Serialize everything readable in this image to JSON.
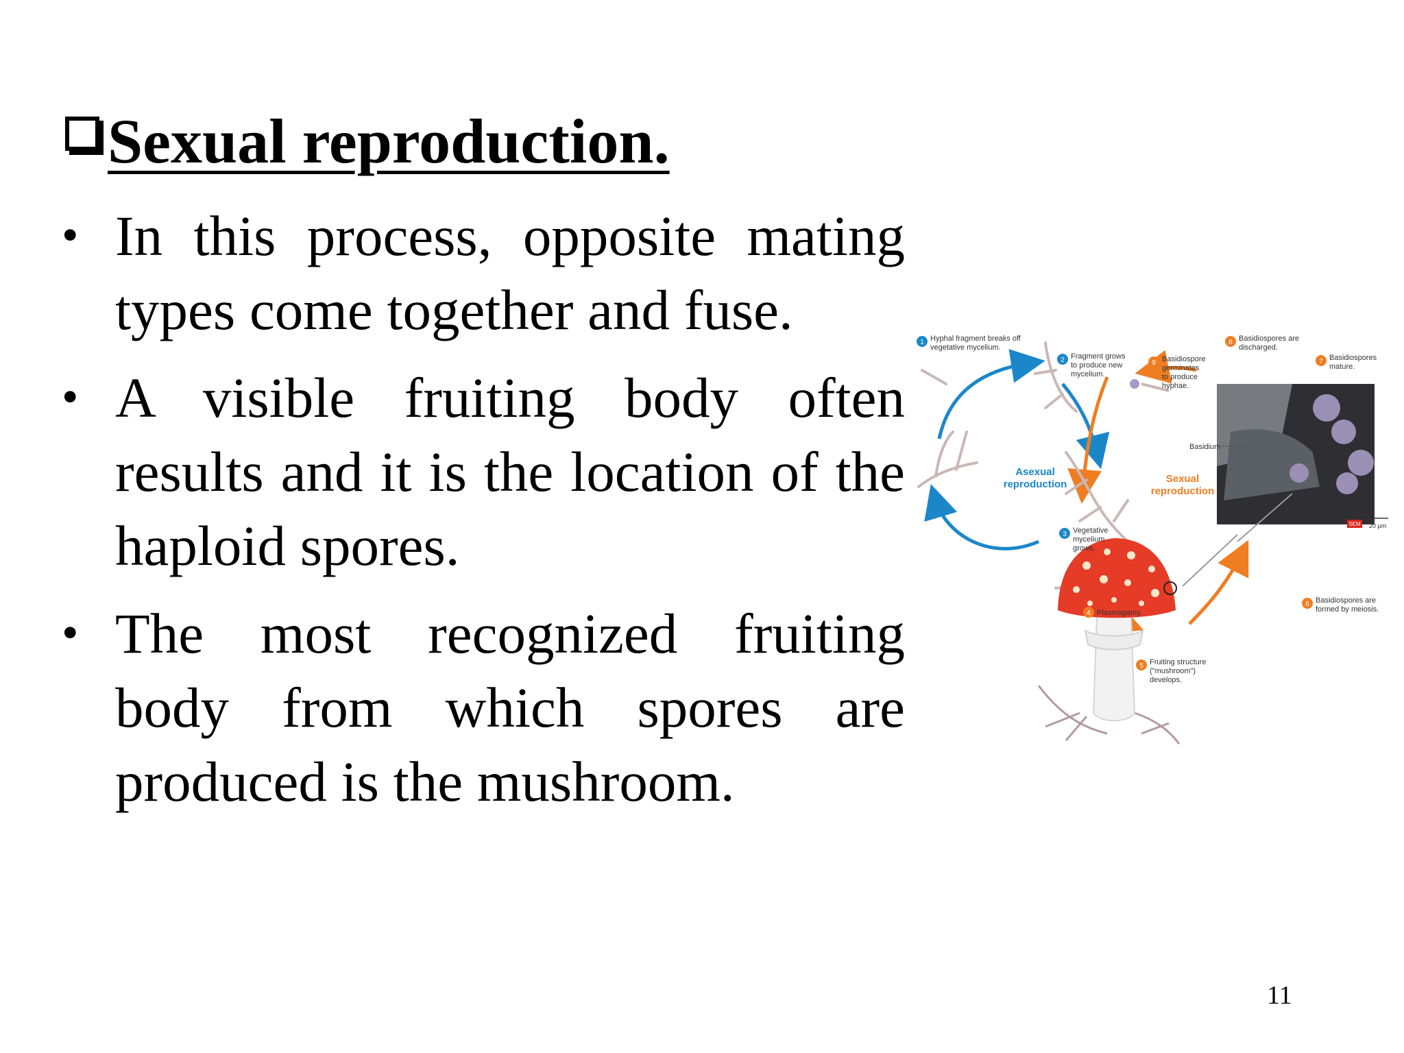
{
  "slide": {
    "heading": "Sexual reproduction.",
    "bullets": [
      "In this process, opposite mating types come together and fuse.",
      "A visible fruiting body often results and it is the location of the haploid spores.",
      "The most recognized fruiting body from which spores are produced is the mushroom."
    ],
    "bullet_glyph": "•",
    "page_number": "11"
  },
  "diagram": {
    "asexual_label": [
      "Asexual",
      "reproduction"
    ],
    "sexual_label": [
      "Sexual",
      "reproduction"
    ],
    "steps": [
      {
        "num": "1",
        "lines": [
          "Hyphal fragment breaks off",
          "vegetative mycelium."
        ]
      },
      {
        "num": "2",
        "lines": [
          "Fragment grows",
          "to produce new",
          "mycelium."
        ]
      },
      {
        "num": "3",
        "lines": [
          "Vegetative",
          "mycelium",
          "grows."
        ]
      },
      {
        "num": "4",
        "lines": [
          "Plasmogamy."
        ]
      },
      {
        "num": "5",
        "lines": [
          "Fruiting structure",
          "(\"mushroom\")",
          "develops."
        ]
      },
      {
        "num": "6",
        "lines": [
          "Basidiospores are",
          "formed by meiosis."
        ]
      },
      {
        "num": "7",
        "lines": [
          "Basidiospores",
          "mature."
        ]
      },
      {
        "num": "8",
        "lines": [
          "Basidiospores are",
          "discharged."
        ]
      },
      {
        "num": "9",
        "lines": [
          "Basidiospore",
          "germinates",
          "to produce",
          "hyphae."
        ]
      }
    ],
    "basidium_label": "Basidium",
    "sem_label": "SEM",
    "scale_label": "20 µm",
    "mating_signs": "− +",
    "colors": {
      "asexual": "#1b87c9",
      "sexual": "#ef7d22",
      "cap": "#e53b27"
    }
  }
}
